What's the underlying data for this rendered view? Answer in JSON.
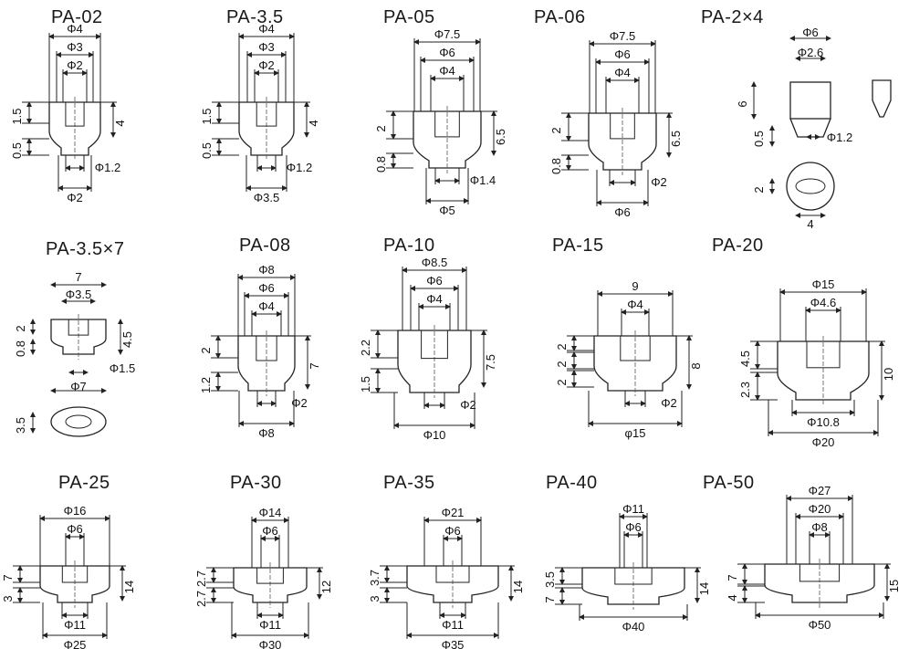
{
  "parts": [
    {
      "title": "PA-02",
      "dims": [
        "Φ4",
        "Φ3",
        "Φ2",
        "1.5",
        "0.5",
        "4",
        "Φ1.2",
        "Φ2"
      ]
    },
    {
      "title": "PA-3.5",
      "dims": [
        "Φ4",
        "Φ3",
        "Φ2",
        "1.5",
        "0.5",
        "4",
        "Φ1.2",
        "Φ3.5"
      ]
    },
    {
      "title": "PA-05",
      "dims": [
        "Φ7.5",
        "Φ6",
        "Φ4",
        "2",
        "0.8",
        "6.5",
        "Φ1.4",
        "Φ5"
      ]
    },
    {
      "title": "PA-06",
      "dims": [
        "Φ7.5",
        "Φ6",
        "Φ4",
        "2",
        "0.8",
        "6.5",
        "Φ2",
        "Φ6"
      ]
    },
    {
      "title": "PA-2×4",
      "dims": [
        "Φ6",
        "Φ2.6",
        "6",
        "0.5",
        "Φ1.2",
        "2",
        "4"
      ]
    },
    {
      "title": "PA-3.5×7",
      "dims": [
        "7",
        "Φ3.5",
        "2",
        "0.8",
        "4.5",
        "Φ1.5",
        "Φ7",
        "3.5"
      ]
    },
    {
      "title": "PA-08",
      "dims": [
        "Φ8",
        "Φ6",
        "Φ4",
        "2",
        "1.2",
        "7",
        "Φ2",
        "Φ8"
      ]
    },
    {
      "title": "PA-10",
      "dims": [
        "Φ8.5",
        "Φ6",
        "Φ4",
        "2.2",
        "1.5",
        "7.5",
        "Φ2",
        "Φ10"
      ]
    },
    {
      "title": "PA-15",
      "dims": [
        "9",
        "Φ4",
        "2",
        "2",
        "2",
        "8",
        "Φ2",
        "φ15"
      ]
    },
    {
      "title": "PA-20",
      "dims": [
        "Φ15",
        "Φ4.6",
        "4.5",
        "2.3",
        "10",
        "Φ10.8",
        "Φ20"
      ]
    },
    {
      "title": "PA-25",
      "dims": [
        "Φ16",
        "Φ6",
        "7",
        "3",
        "14",
        "Φ11",
        "Φ25"
      ]
    },
    {
      "title": "PA-30",
      "dims": [
        "Φ14",
        "Φ6",
        "2.7",
        "2.7",
        "12",
        "Φ11",
        "Φ30"
      ]
    },
    {
      "title": "PA-35",
      "dims": [
        "Φ21",
        "Φ6",
        "3.7",
        "3",
        "14",
        "Φ11",
        "Φ35"
      ]
    },
    {
      "title": "PA-40",
      "dims": [
        "Φ11",
        "Φ6",
        "3.5",
        "7",
        "14",
        "Φ40"
      ]
    },
    {
      "title": "PA-50",
      "dims": [
        "Φ27",
        "Φ20",
        "Φ8",
        "7",
        "4",
        "15",
        "Φ50"
      ]
    }
  ]
}
